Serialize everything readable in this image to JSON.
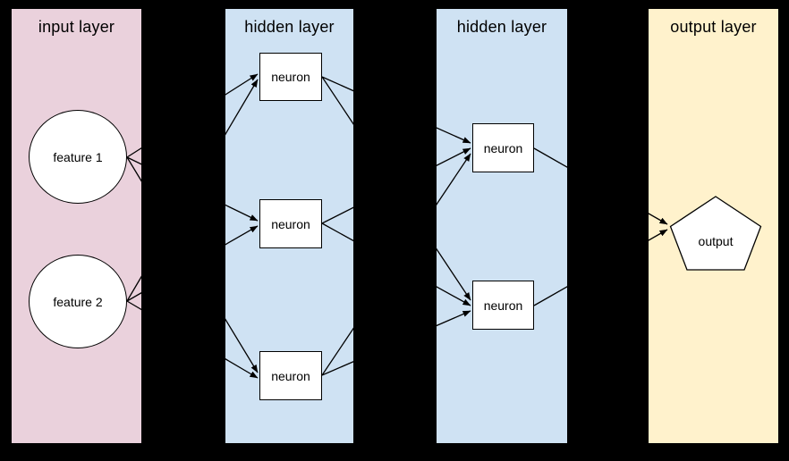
{
  "diagram": {
    "background_color": "#000000",
    "edge_color": "#000000",
    "node_fill": "#ffffff",
    "node_border_color": "#000000",
    "layers": [
      {
        "title": "input layer",
        "color": "#ead1dc",
        "nodes": [
          {
            "id": "feature-1",
            "label": "feature 1",
            "shape": "ellipse"
          },
          {
            "id": "feature-2",
            "label": "feature 2",
            "shape": "ellipse"
          }
        ]
      },
      {
        "title": "hidden layer",
        "color": "#cfe2f3",
        "nodes": [
          {
            "id": "h1-neuron-1",
            "label": "neuron",
            "shape": "rect"
          },
          {
            "id": "h1-neuron-2",
            "label": "neuron",
            "shape": "rect"
          },
          {
            "id": "h1-neuron-3",
            "label": "neuron",
            "shape": "rect"
          }
        ]
      },
      {
        "title": "hidden layer",
        "color": "#cfe2f3",
        "nodes": [
          {
            "id": "h2-neuron-1",
            "label": "neuron",
            "shape": "rect"
          },
          {
            "id": "h2-neuron-2",
            "label": "neuron",
            "shape": "rect"
          }
        ]
      },
      {
        "title": "output layer",
        "color": "#fff2cc",
        "nodes": [
          {
            "id": "output",
            "label": "output",
            "shape": "pentagon"
          }
        ]
      }
    ],
    "edges": [
      {
        "from": "feature-1",
        "to": "h1-neuron-1"
      },
      {
        "from": "feature-1",
        "to": "h1-neuron-2"
      },
      {
        "from": "feature-1",
        "to": "h1-neuron-3"
      },
      {
        "from": "feature-2",
        "to": "h1-neuron-1"
      },
      {
        "from": "feature-2",
        "to": "h1-neuron-2"
      },
      {
        "from": "feature-2",
        "to": "h1-neuron-3"
      },
      {
        "from": "h1-neuron-1",
        "to": "h2-neuron-1"
      },
      {
        "from": "h1-neuron-1",
        "to": "h2-neuron-2"
      },
      {
        "from": "h1-neuron-2",
        "to": "h2-neuron-1"
      },
      {
        "from": "h1-neuron-2",
        "to": "h2-neuron-2"
      },
      {
        "from": "h1-neuron-3",
        "to": "h2-neuron-1"
      },
      {
        "from": "h1-neuron-3",
        "to": "h2-neuron-2"
      },
      {
        "from": "h2-neuron-1",
        "to": "output"
      },
      {
        "from": "h2-neuron-2",
        "to": "output"
      }
    ]
  }
}
